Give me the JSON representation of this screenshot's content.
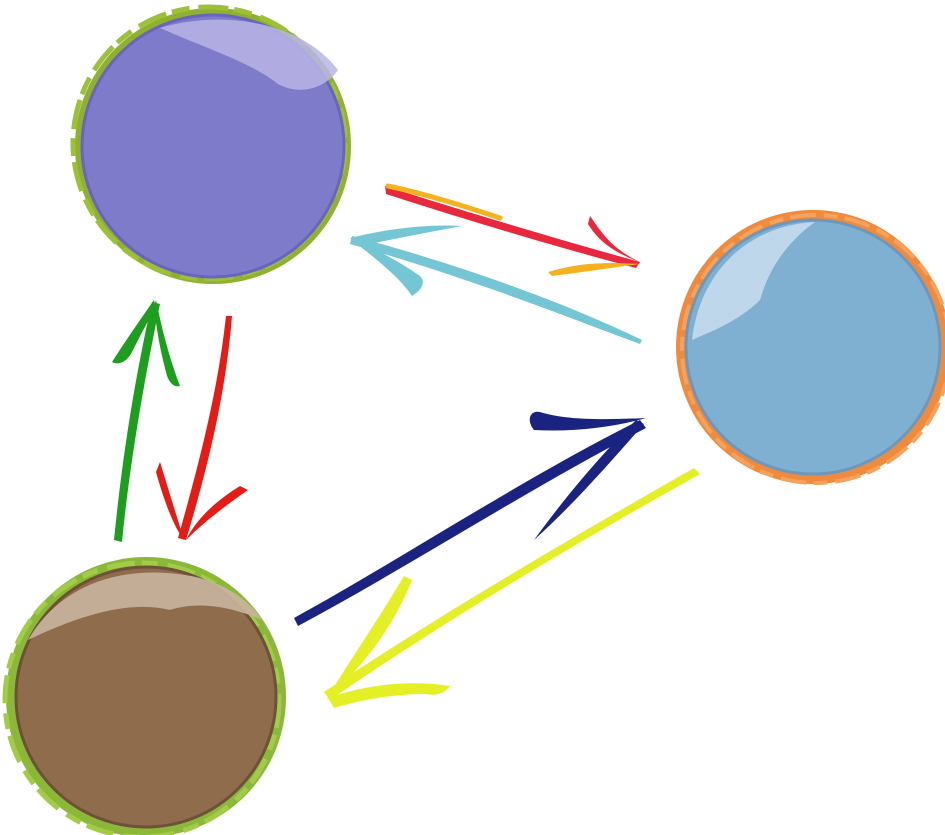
{
  "nodes": [
    {
      "id": "top-left",
      "fill": "#7f7bcb",
      "ring": "#8fb030",
      "highlight": "#b8b5e6",
      "shadow": "#5f58b8"
    },
    {
      "id": "right",
      "fill": "#7fb0d2",
      "ring": "#f08a3c",
      "highlight": "#c6dcec",
      "shadow": "#6b8fb0"
    },
    {
      "id": "bottom-left",
      "fill": "#8f6c4c",
      "ring": "#8cb83a",
      "highlight": "#c9b59e",
      "shadow": "#6d5138"
    }
  ],
  "edges": [
    {
      "from": "top-left",
      "to": "right",
      "color": "#e8283c",
      "accent": "#f4b21f"
    },
    {
      "from": "right",
      "to": "top-left",
      "color": "#74c6d4"
    },
    {
      "from": "bottom-left",
      "to": "top-left",
      "color": "#1e9e1e"
    },
    {
      "from": "top-left",
      "to": "bottom-left",
      "color": "#e51c16"
    },
    {
      "from": "bottom-left",
      "to": "right",
      "color": "#1b2380"
    },
    {
      "from": "right",
      "to": "bottom-left",
      "color": "#e4f025"
    }
  ]
}
